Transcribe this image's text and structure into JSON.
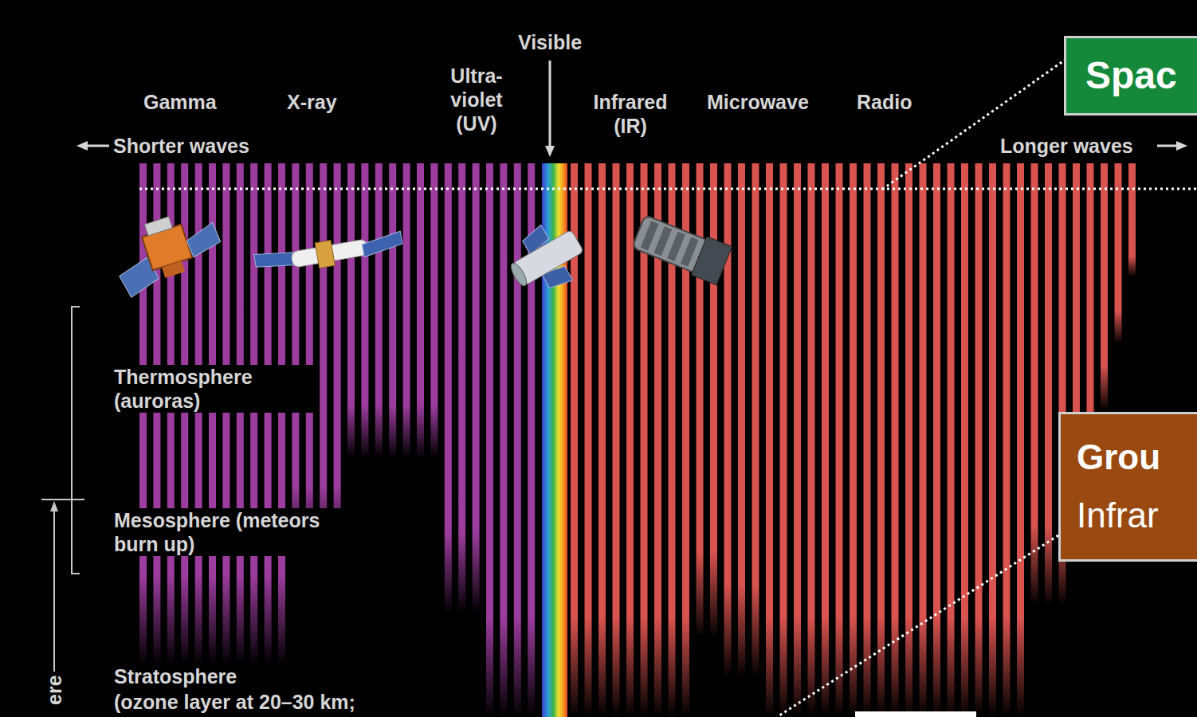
{
  "diagram": {
    "nodes": [
      {
        "text": [
          "Spac"
        ]
      },
      {
        "text": [
          "Grou",
          "Infrar"
        ]
      }
    ],
    "labels": [
      "Visible",
      "Ultra- violet (UV)",
      "Gamma",
      "X-ray",
      "Infrared (IR)",
      "Microwave",
      "Radio",
      "Shorter waves",
      "Longer waves",
      "Thermosphere (auroras)",
      "Mesosphere (meteors burn up)",
      "Stratosphere",
      "(ozone layer at 20–30 km;",
      "ere"
    ]
  }
}
